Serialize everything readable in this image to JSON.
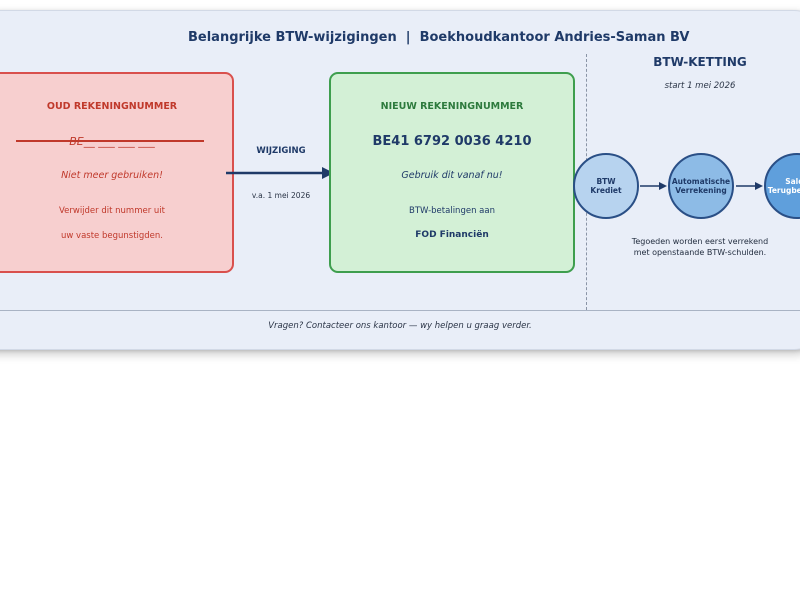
{
  "title": "Belangrijke BTW-wijzigingen  |  Boekhoudkantoor Andries-Saman BV",
  "old_box": {
    "heading": "OUD REKENINGNUMMER",
    "number": "BE__ ___ ___ ___",
    "warning": "Niet meer gebruiken!",
    "line1": "Verwijder dit nummer uit",
    "line2": "uw vaste begunstigden."
  },
  "change": {
    "label": "WIJZIGING",
    "date": "v.a. 1 mei 2026"
  },
  "new_box": {
    "heading": "NIEUW REKENINGNUMMER",
    "number": "BE41 6792 0036 4210",
    "instruction": "Gebruik dit vanaf nu!",
    "line1": "BTW-betalingen aan",
    "recipient": "FOD Financiën"
  },
  "chain": {
    "title": "BTW-KETTING",
    "subtitle": "start 1 mei 2026",
    "step1": {
      "line1": "BTW",
      "line2": "Krediet"
    },
    "step2": {
      "line1": "Automatische",
      "line2": "Verrekening"
    },
    "step3": {
      "line1": "Saldo",
      "line2": "Terugbetaling"
    },
    "note1": "Tegoeden worden eerst verrekend",
    "note2": "met openstaande BTW-schulden."
  },
  "footer": "Vragen? Contacteer ons kantoor — wy helpen u graag verder.",
  "colors": {
    "old_fill": "#f7cfcf",
    "old_border": "#d9504d",
    "new_fill": "#d3f0d6",
    "new_border": "#3e9e4e",
    "navy": "#1f3a68",
    "panel": "#e9eef8"
  }
}
